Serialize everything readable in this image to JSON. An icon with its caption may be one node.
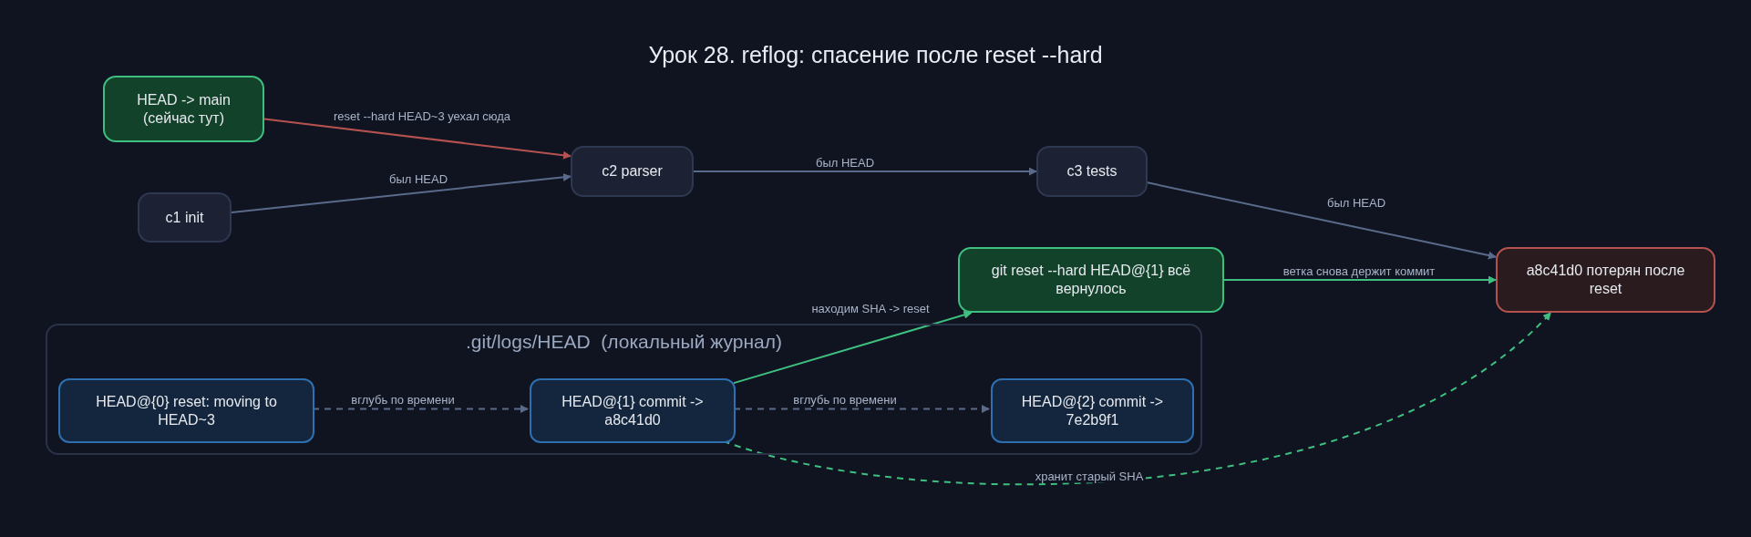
{
  "diagram": {
    "title": "Урок 28. reflog: спасение после reset --hard",
    "nodes": [
      {
        "text": [
          "HEAD -> main (сейчас тут)"
        ]
      },
      {
        "text": [
          "c1 init"
        ]
      },
      {
        "text": [
          "c2 parser"
        ]
      },
      {
        "text": [
          "c3 tests"
        ]
      },
      {
        "text": [
          "git reset --hard HEAD@{1} всё вернулось"
        ]
      },
      {
        "text": [
          "a8c41d0 потерян после reset"
        ]
      },
      {
        "text": [
          ".git/logs/HEAD  (локальный журнал)"
        ]
      },
      {
        "text": [
          "HEAD@{0} reset: moving to HEAD~3"
        ],
        "in": 6
      },
      {
        "text": [
          "HEAD@{1} commit  -> a8c41d0"
        ],
        "in": 6
      },
      {
        "text": [
          "HEAD@{2} commit  -> 7e2b9f1"
        ],
        "in": 6
      }
    ],
    "edges": [
      {
        "from": 0,
        "to": 2,
        "arrow": "to",
        "label": "reset --hard HEAD~3 уехал сюда",
        "color": "#b5524f"
      },
      {
        "from": 1,
        "to": 2,
        "arrow": "to",
        "label": "был HEAD"
      },
      {
        "from": 2,
        "to": 3,
        "arrow": "to",
        "label": "был HEAD"
      },
      {
        "from": 3,
        "to": 5,
        "arrow": "to",
        "label": "был HEAD"
      },
      {
        "from": 4,
        "to": 5,
        "arrow": "to",
        "label": "ветка снова держит коммит",
        "color": "#3fbf7f"
      },
      {
        "from": 8,
        "to": 4,
        "arrow": "to",
        "label": "находим SHA -> reset",
        "color": "#3fbf7f"
      },
      {
        "from": 7,
        "to": 8,
        "arrow": "to",
        "label": "вглубь по времени",
        "style": "dashed"
      },
      {
        "from": 8,
        "to": 9,
        "arrow": "to",
        "label": "вглубь по времени",
        "style": "dashed"
      },
      {
        "from": 8,
        "to": 5,
        "arrow": "to",
        "label": "хранит старый SHA",
        "style": "dashed",
        "color": "#3fbf7f"
      }
    ]
  }
}
